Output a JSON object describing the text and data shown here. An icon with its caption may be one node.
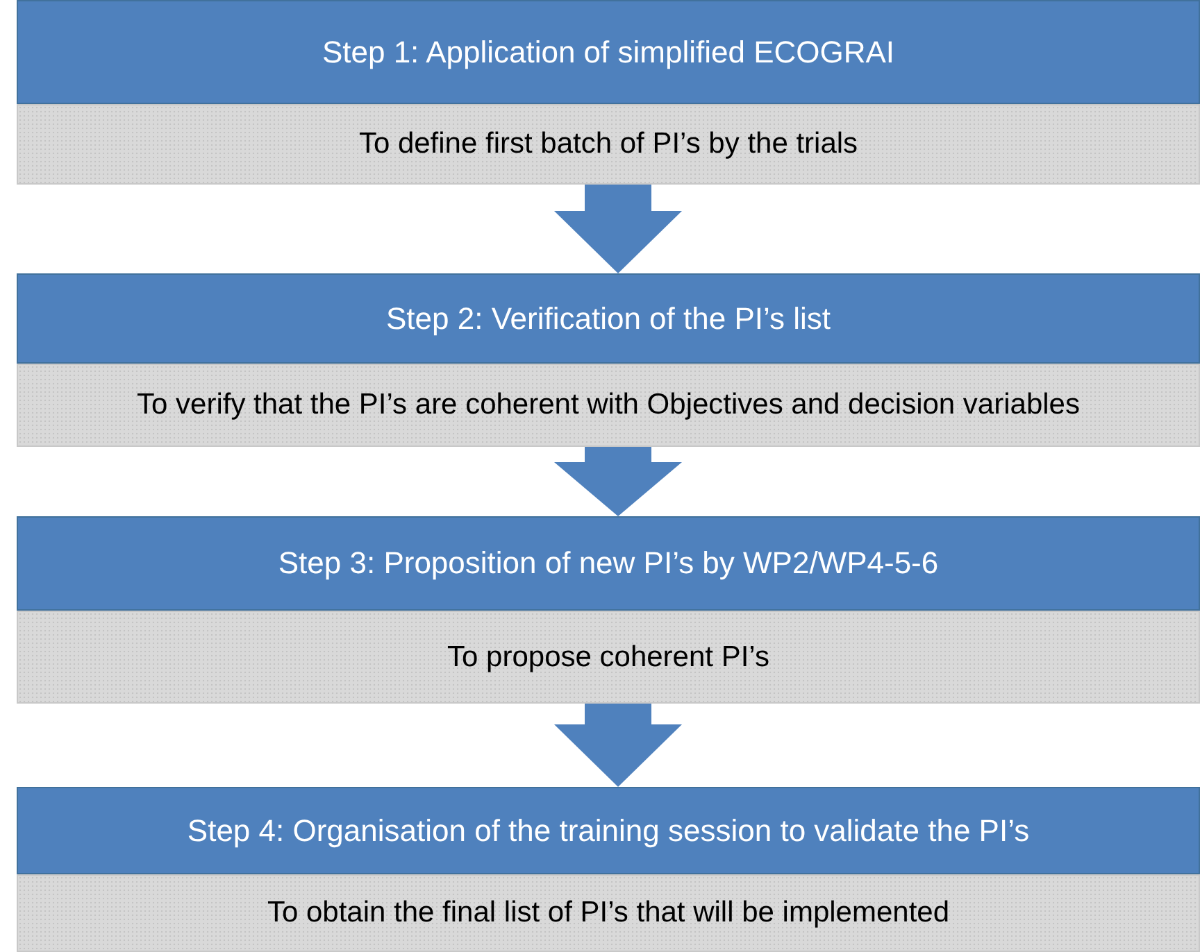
{
  "diagram": {
    "nodes": [
      {
        "text": [
          "Step 1: Application of simplified ECOGRAI"
        ]
      },
      {
        "text": [
          "To define first batch of PI’s by the trials"
        ]
      },
      {
        "text": [
          "Step 2: Verification of the PI’s list"
        ]
      },
      {
        "text": [
          "To verify that the PI’s are coherent with Objectives and decision variables"
        ]
      },
      {
        "text": [
          "Step 3: Proposition of new PI’s by WP2/WP4-5-6"
        ]
      },
      {
        "text": [
          "To propose coherent PI’s"
        ]
      },
      {
        "text": [
          "Step 4: Organisation of the training session to validate the PI’s"
        ]
      },
      {
        "text": [
          "To obtain the final list of PI’s that will be implemented"
        ]
      }
    ],
    "edges": [
      {
        "from": 1,
        "to": 2,
        "arrow": "to"
      },
      {
        "from": 3,
        "to": 4,
        "arrow": "to"
      },
      {
        "from": 5,
        "to": 6,
        "arrow": "to"
      }
    ]
  }
}
